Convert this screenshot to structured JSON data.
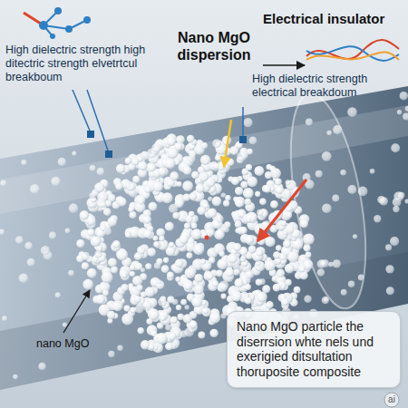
{
  "diagram": {
    "nodes": [
      {
        "text": [
          "Nano MgO particle the diserrsion whte nels und exerigied ditsultation thoruposite composite"
        ]
      }
    ],
    "labels": [
      "High dielectric strength high ditectric strength elvetrtcul breakboum",
      "Nano MgO dispersion",
      "Electrical insulator",
      "High dielectric strength electrical breakdoum",
      "nano MgO",
      "ai"
    ]
  }
}
